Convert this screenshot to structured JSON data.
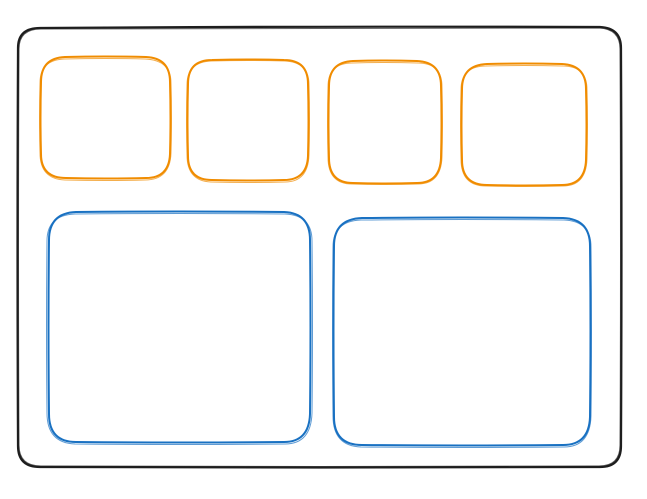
{
  "colors": {
    "background": "#ffffff",
    "frame_stroke": "#1e1e1e",
    "small_card_stroke": "#f08c00",
    "large_panel_stroke": "#1971c2"
  },
  "frame": {
    "shape": "rounded-rectangle",
    "style": "hand-drawn sketch",
    "fill": "none"
  },
  "small_cards": [
    {
      "id": "card-1",
      "label": ""
    },
    {
      "id": "card-2",
      "label": ""
    },
    {
      "id": "card-3",
      "label": ""
    },
    {
      "id": "card-4",
      "label": ""
    }
  ],
  "large_panels": [
    {
      "id": "panel-left",
      "label": ""
    },
    {
      "id": "panel-right",
      "label": ""
    }
  ]
}
